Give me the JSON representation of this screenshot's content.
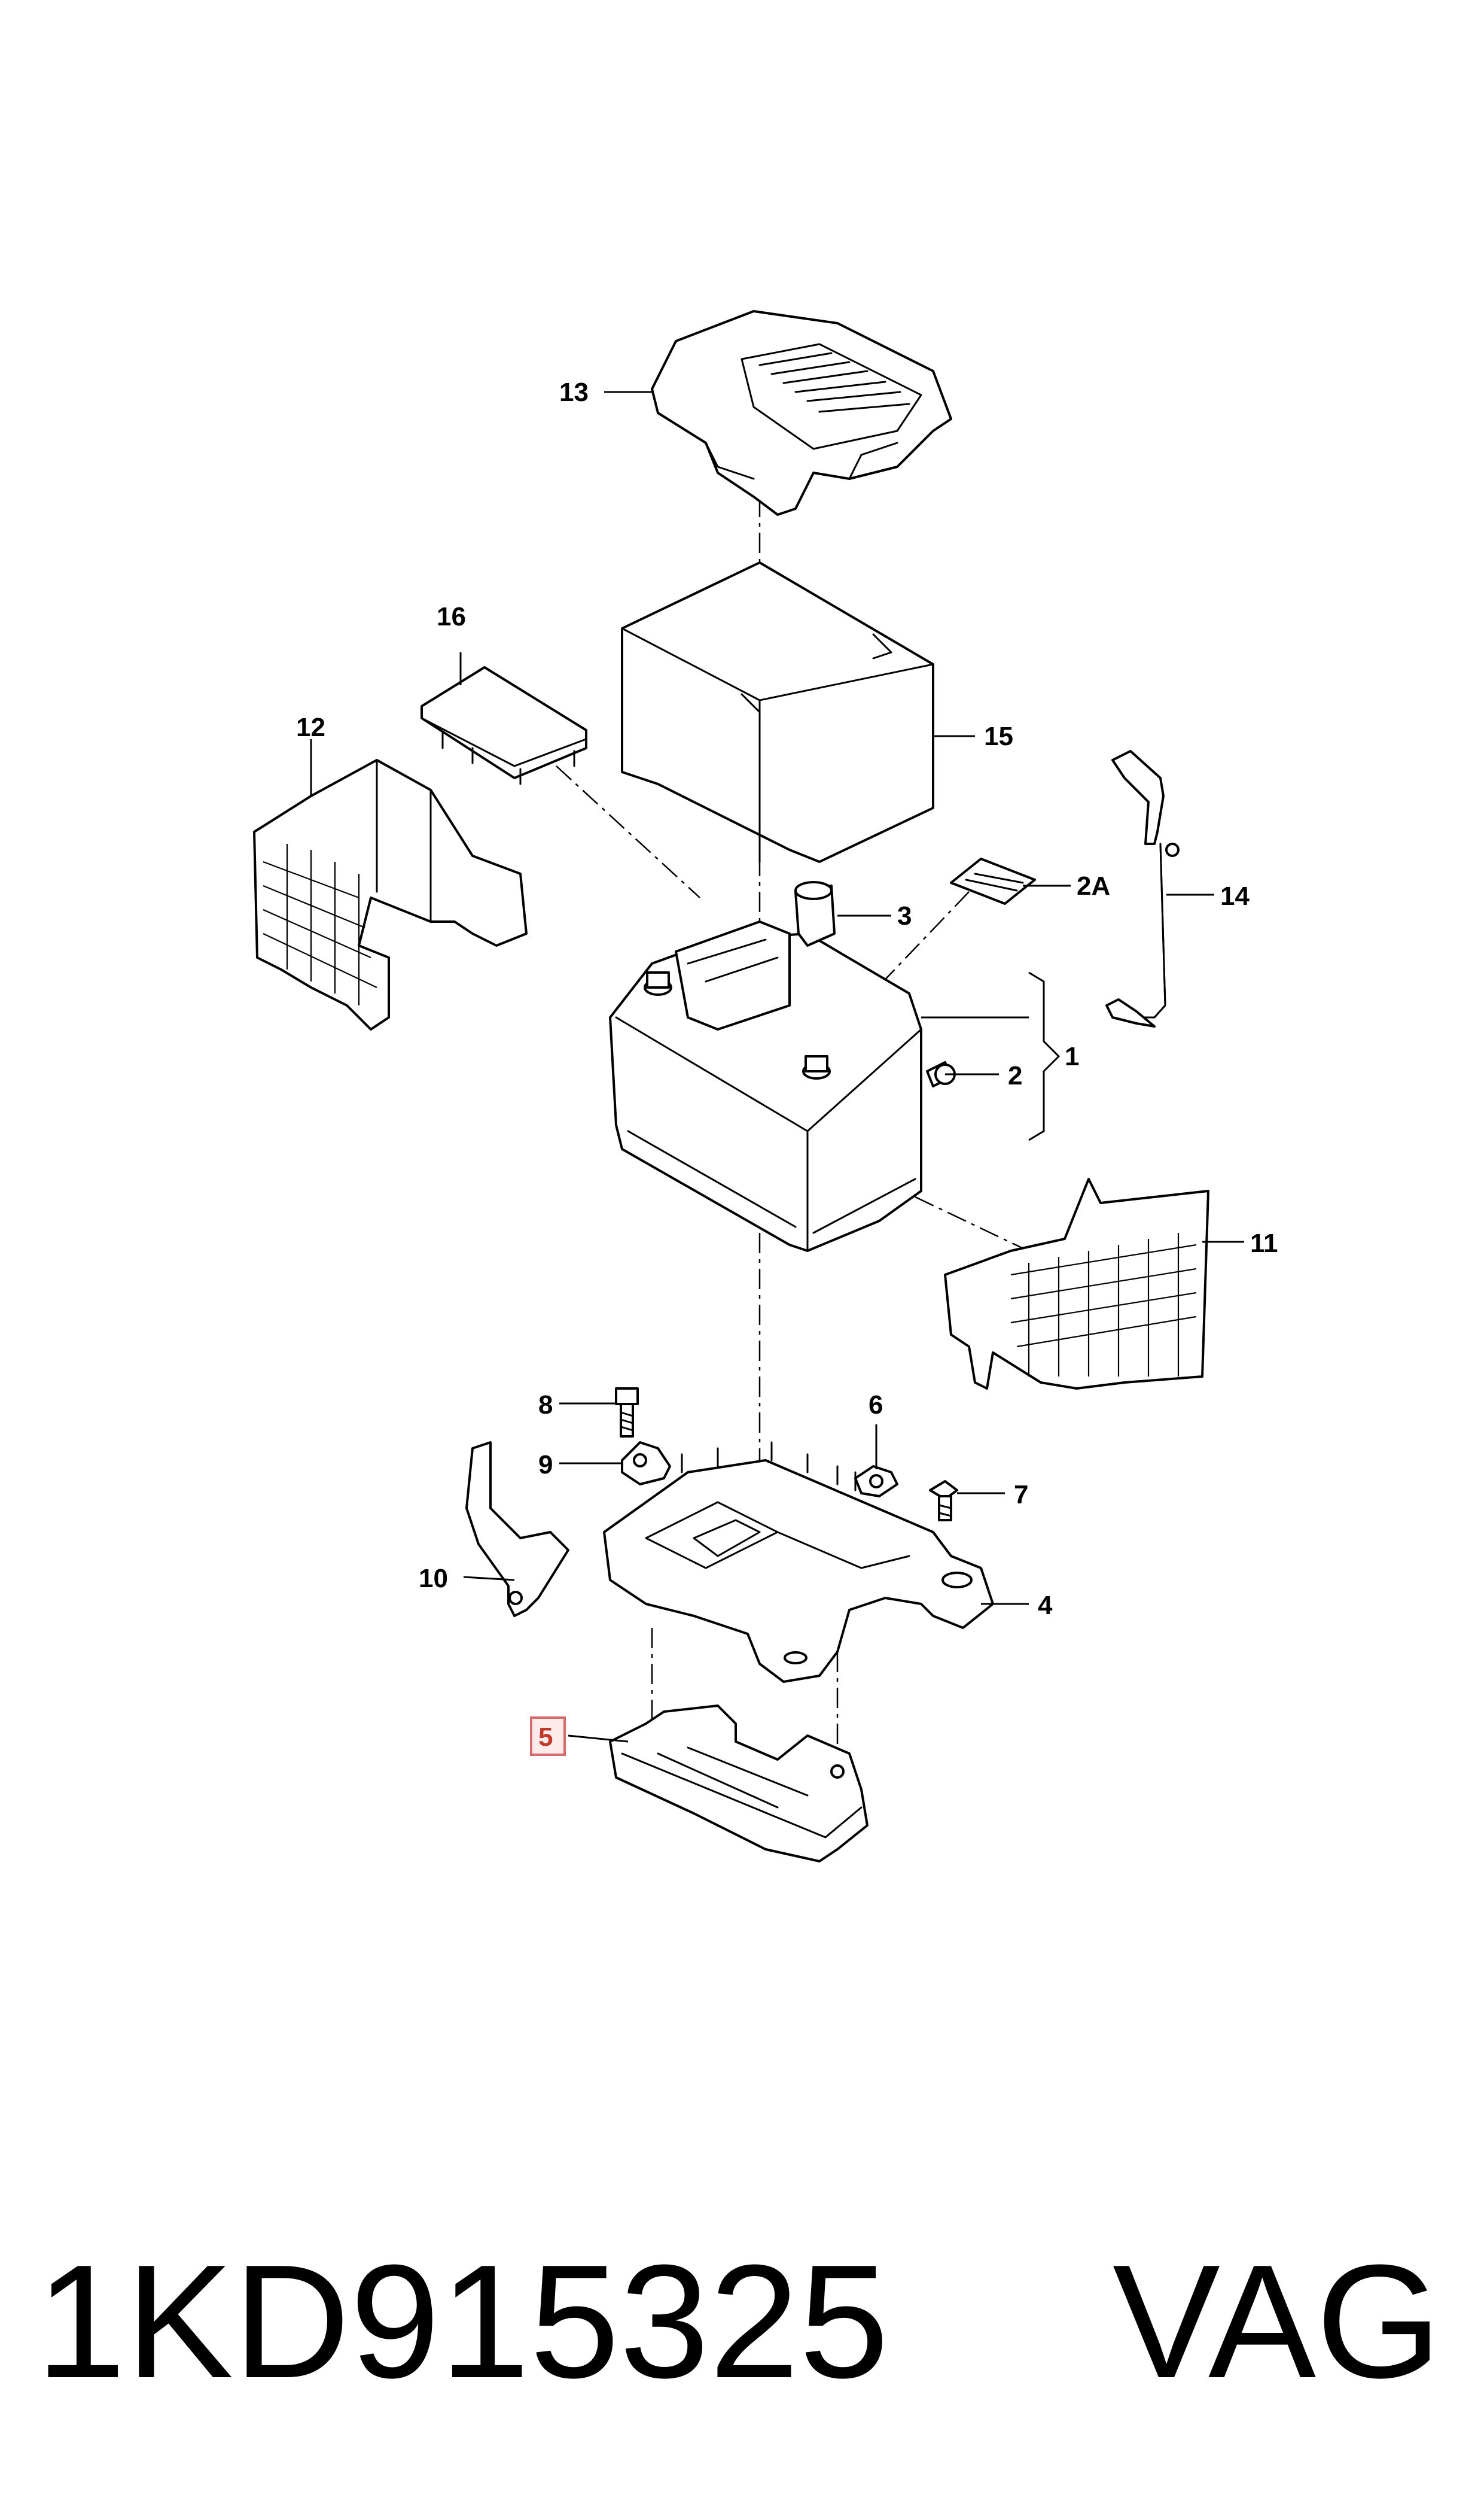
{
  "callouts": {
    "c1": "1",
    "c2": "2",
    "c2a": "2A",
    "c3": "3",
    "c4": "4",
    "c5": "5",
    "c6": "6",
    "c7": "7",
    "c8": "8",
    "c9": "9",
    "c10": "10",
    "c11": "11",
    "c12": "12",
    "c13": "13",
    "c14": "14",
    "c15": "15",
    "c16": "16"
  },
  "highlighted_callout": "5",
  "colors": {
    "line": "#000000",
    "highlight_fill": "#fdeaea",
    "highlight_stroke": "#d66b6b"
  },
  "footer": {
    "part_number": "1KD915325",
    "brand": "VAG"
  }
}
